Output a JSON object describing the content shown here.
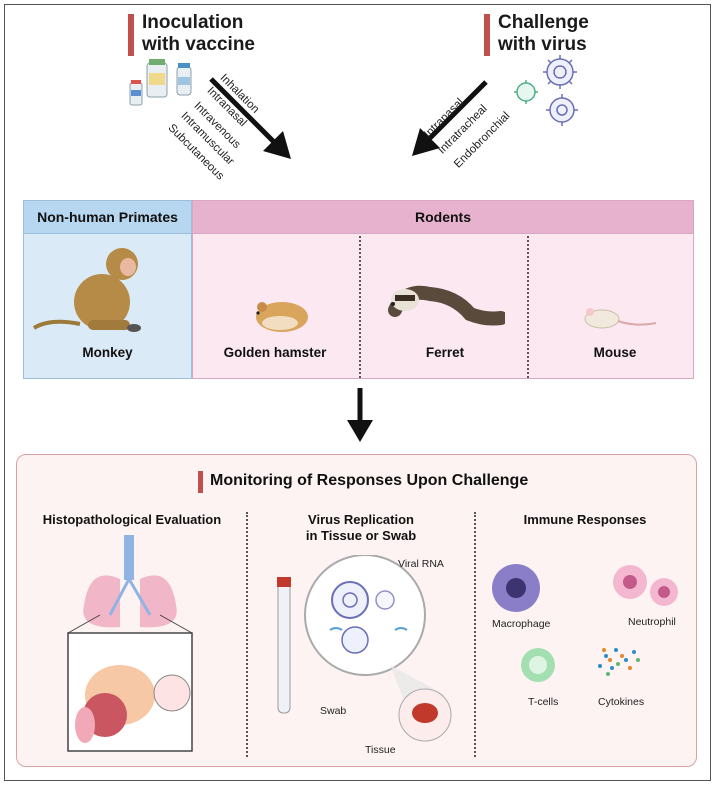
{
  "inoculation": {
    "title_line1": "Inoculation",
    "title_line2": "with vaccine",
    "routes": [
      "Inhalation",
      "Intranasal",
      "Intravenous",
      "Intramuscular",
      "Subcutaneous"
    ]
  },
  "challenge": {
    "title_line1": "Challenge",
    "title_line2": "with virus",
    "routes": [
      "Intranasal",
      "Intratracheal",
      "Endobronchial"
    ]
  },
  "groups": {
    "primates": {
      "header": "Non-human Primates",
      "animals": [
        "Monkey"
      ]
    },
    "rodents": {
      "header": "Rodents",
      "animals": [
        "Golden hamster",
        "Ferret",
        "Mouse"
      ]
    }
  },
  "monitoring": {
    "title": "Monitoring of Responses Upon Challenge",
    "histo": {
      "title": "Histopathological Evaluation"
    },
    "virus": {
      "title_line1": "Virus Replication",
      "title_line2": "in Tissue or Swab",
      "labels": {
        "viral_rna": "Viral RNA",
        "swab": "Swab",
        "tissue": "Tissue"
      }
    },
    "immune": {
      "title": "Immune Responses",
      "labels": {
        "macrophage": "Macrophage",
        "neutrophil": "Neutrophil",
        "tcells": "T-cells",
        "cytokines": "Cytokines"
      }
    }
  },
  "colors": {
    "accent_bar": "#c0504d",
    "primates_header": "#b7d6ef",
    "rodents_header": "#e7b2cd",
    "monitor_border": "#d8a3a3"
  }
}
